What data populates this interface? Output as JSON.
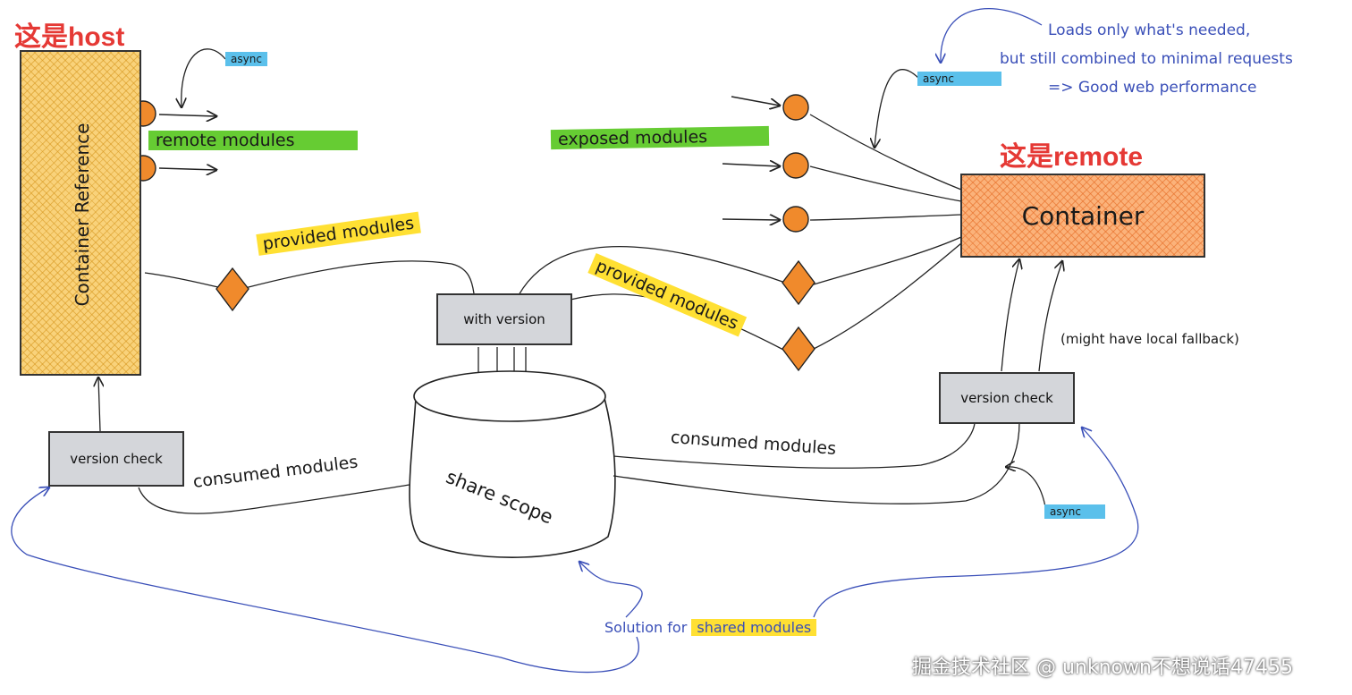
{
  "host": {
    "title": "这是host",
    "container_label": "Container Reference",
    "async_label": "async",
    "remote_modules_label": "remote modules",
    "provided_modules_label": "provided modules",
    "version_check_label": "version check",
    "consumed_modules_label": "consumed modules"
  },
  "remote": {
    "title": "这是remote",
    "container_label": "Container",
    "async_label": "async",
    "exposed_modules_label": "exposed modules",
    "provided_modules_label": "provided modules",
    "version_check_label": "version check",
    "consumed_modules_label": "consumed modules",
    "fallback_note": "(might have local fallback)",
    "async_bottom_label": "async"
  },
  "center": {
    "with_version_label": "with version",
    "share_scope_label": "share scope"
  },
  "notes": {
    "performance_line1": "Loads only what's needed,",
    "performance_line2": "but still combined to minimal requests",
    "performance_line3": "=> Good web performance",
    "solution_prefix": "Solution for",
    "solution_highlight": "shared modules"
  },
  "watermark": "掘金技术社区 @ unknown不想说话47455",
  "colors": {
    "title_red": "#e53935",
    "host_fill": "#f9d27a",
    "remote_fill": "#fbb27a",
    "orange_node": "#f08a2c",
    "green_highlight": "#66cc33",
    "yellow_highlight": "#ffe033",
    "blue_tag": "#5bc0eb",
    "blue_note": "#3a4fb8"
  }
}
